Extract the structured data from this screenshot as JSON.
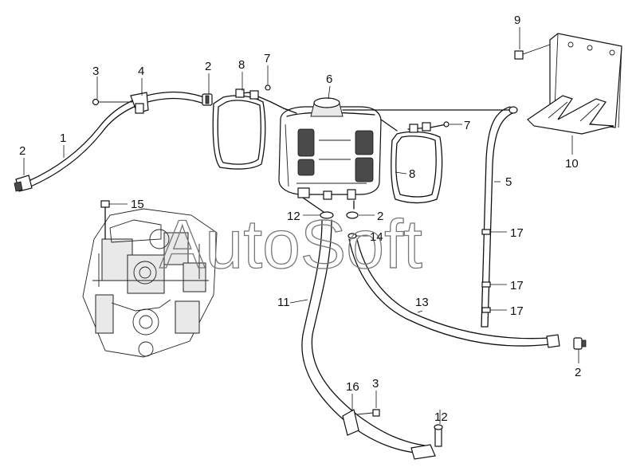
{
  "diagram": {
    "callouts": [
      "1",
      "2",
      "3",
      "4",
      "2",
      "8",
      "7",
      "6",
      "9",
      "10",
      "5",
      "7",
      "8",
      "12",
      "2",
      "14",
      "15",
      "17",
      "17",
      "17",
      "11",
      "13",
      "2",
      "16",
      "3",
      "12"
    ],
    "watermark": "AutoSoft"
  }
}
